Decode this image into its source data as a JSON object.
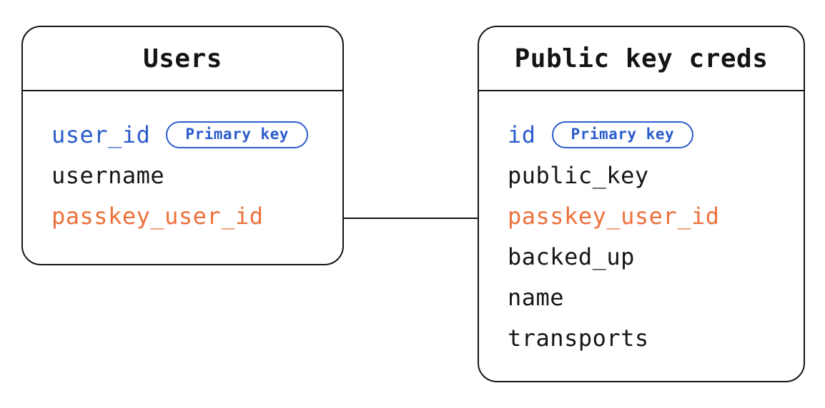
{
  "diagram": {
    "type": "entity-relationship",
    "colors": {
      "ink": "#141414",
      "primary_key_blue": "#2B5CCC",
      "foreign_key_orange": "#ED713C",
      "background": "#ffffff"
    },
    "tables": [
      {
        "title": "Users",
        "fields": [
          {
            "name": "user_id",
            "badge": "Primary key"
          },
          {
            "name": "username"
          },
          {
            "name": "passkey_user_id"
          }
        ]
      },
      {
        "title": "Public key creds",
        "fields": [
          {
            "name": "id",
            "badge": "Primary key"
          },
          {
            "name": "public_key"
          },
          {
            "name": "passkey_user_id"
          },
          {
            "name": "backed_up"
          },
          {
            "name": "name"
          },
          {
            "name": "transports"
          }
        ]
      }
    ],
    "relationship": {
      "connects": [
        "Users.passkey_user_id",
        "Public key creds.passkey_user_id"
      ]
    }
  }
}
